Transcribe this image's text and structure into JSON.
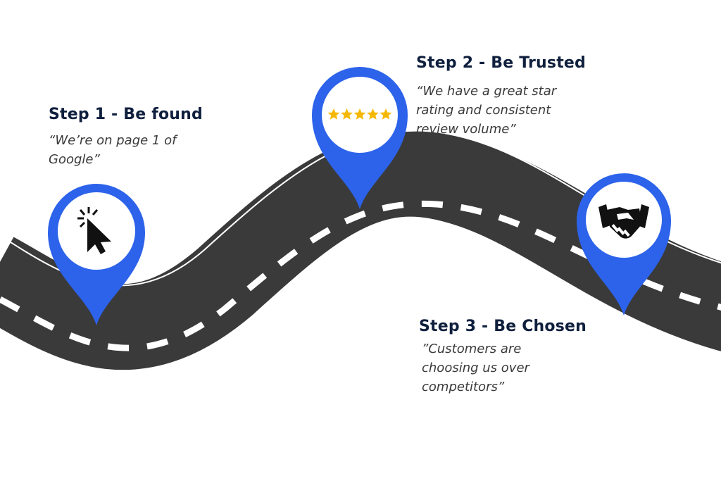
{
  "steps": [
    {
      "title": "Step 1 - Be found",
      "quote_lines": [
        "“We’re on page 1 of",
        "Google”"
      ],
      "icon": "cursor-click-icon"
    },
    {
      "title": "Step 2 - Be Trusted",
      "quote_lines": [
        "“We have a great star",
        "rating and consistent",
        "review volume”"
      ],
      "icon": "five-stars-icon"
    },
    {
      "title": "Step 3 - Be Chosen",
      "quote_lines": [
        "”Customers are",
        "choosing us over",
        "competitors”"
      ],
      "icon": "handshake-icon"
    }
  ],
  "colors": {
    "pin": "#2d63ea",
    "road": "#3a3a3a",
    "road_edge": "#ffffff",
    "title": "#0f1f3d",
    "star": "#f5b800"
  }
}
